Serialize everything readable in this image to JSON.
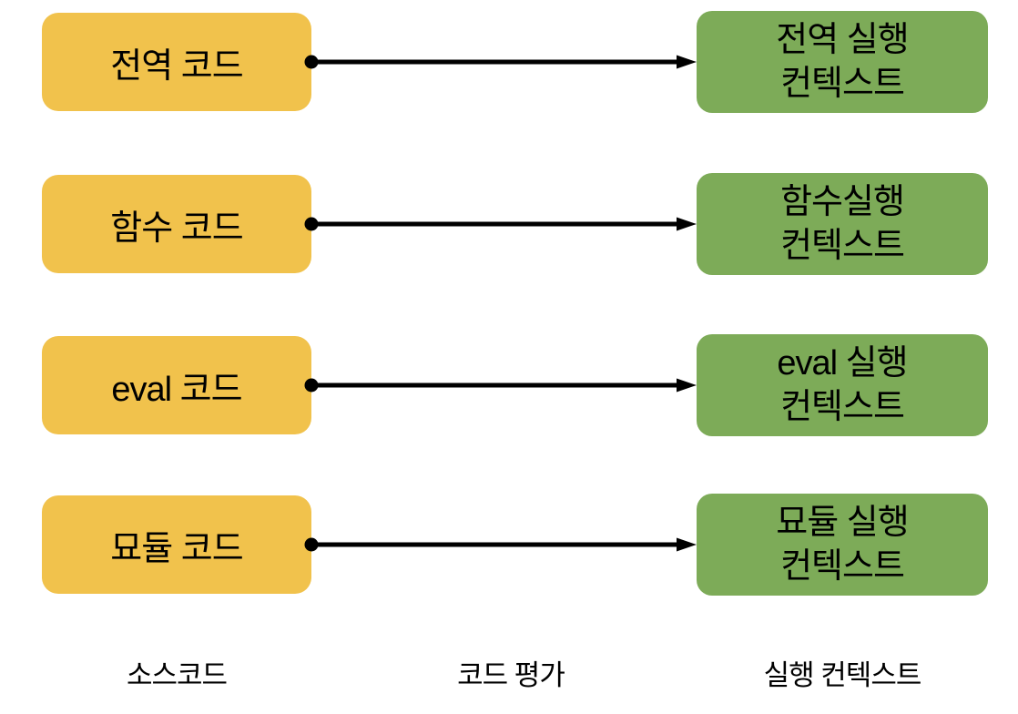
{
  "diagram": {
    "title_implied": "",
    "rows": [
      {
        "source": "전역 코드",
        "target": "전역 실행\n컨텍스트"
      },
      {
        "source": "함수 코드",
        "target": "함수실행\n컨텍스트"
      },
      {
        "source": "eval 코드",
        "target": "eval 실행\n컨텍스트"
      },
      {
        "source": "묘듈 코드",
        "target": "묘듈 실행\n컨텍스트"
      }
    ],
    "footer": {
      "source_label": "소스코드",
      "evaluation_label": "코드 평가",
      "context_label": "실행 컨텍스트"
    },
    "colors": {
      "source_box": "#F1C24C",
      "target_box": "#7DAB58",
      "arrow": "#000000",
      "text": "#000000",
      "background": "#FFFFFF"
    }
  }
}
